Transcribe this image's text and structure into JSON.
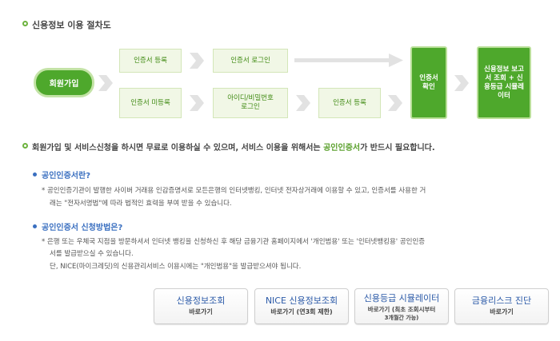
{
  "section1": {
    "title": "신용정보 이용 절차도"
  },
  "flow": {
    "start": "회원가입",
    "row1": [
      "인증서 등록",
      "인증서 로그인"
    ],
    "row2": [
      "인증서 미등록",
      "아이디/비밀번호 로그인",
      "인증서 등록"
    ],
    "confirm": "인증서 확인",
    "final": "신용정보 보고서 조회 + 신용등급 시뮬레이터"
  },
  "section2": {
    "before": "회원가입 및 서비스신청을 하시면 무료로 이용하실 수 있으며, 서비스 이용을 위해서는 ",
    "highlight": "공인인증서",
    "after": "가 반드시 필요합니다."
  },
  "q1": {
    "title": "공인인증서란?",
    "line1": "* 공인인증기관이 발행한 사이버 거래용 인감증명서로 모든은행의 인터넷뱅킹, 인터넷 전자상거래에 이용할 수 있고, 인증서를 사용한 거",
    "line2": "래는 \"전자서명법\"에 따라 법적인 효력을 부여 받을 수 있습니다."
  },
  "q2": {
    "title": "공인인증서 신청방법은?",
    "line1": "* 은행 또는 우체국 지점을 방문하셔서 인터넷 뱅킹을 신청하신 후 해당 금융기관 홈페이지에서 '개인범용' 또는 '인터넷뱅킹용' 공인인증",
    "line2": "서를 발급받으실 수 있습니다.",
    "line3": "단, NICE(마이크레딧)의 신용관리서비스 이용시에는 \"개인범용\"을 발급받으셔야 됩니다."
  },
  "buttons": [
    {
      "title": "신용정보조회",
      "sub": "바로가기"
    },
    {
      "title": "NICE 신용정보조회",
      "sub": "바로가기 (연3회 제한)"
    },
    {
      "title": "신용등급 시뮬레이터",
      "sub": "바로가기 (최초 조회시부터",
      "sub2": "3개월간 가능)"
    },
    {
      "title": "금융리스크 진단",
      "sub": "바로가기"
    }
  ],
  "colors": {
    "green": "#4ea82c",
    "blue": "#3a6fc0"
  }
}
